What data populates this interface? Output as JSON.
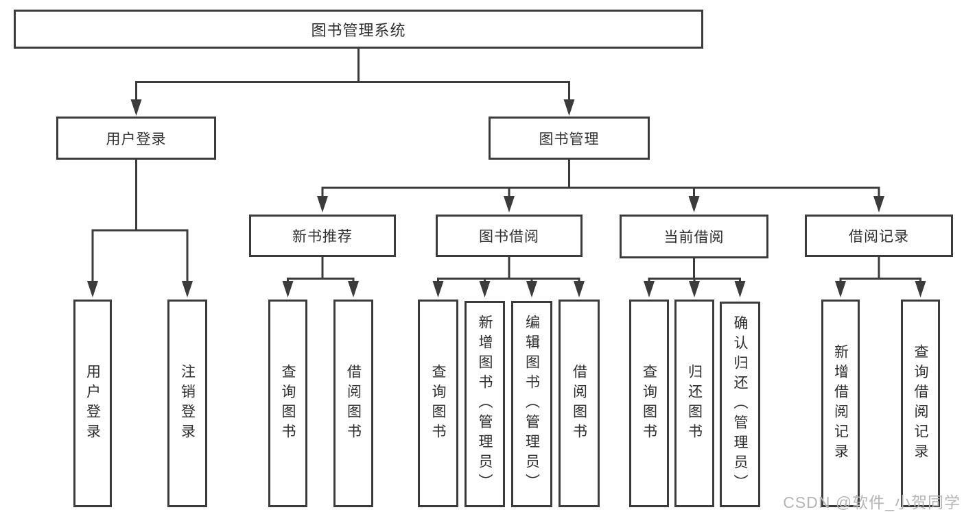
{
  "diagram": {
    "root": {
      "label": "图书管理系统"
    },
    "branches": [
      {
        "label": "用户登录",
        "children": [
          {
            "label": "用户登录"
          },
          {
            "label": "注销登录"
          }
        ]
      },
      {
        "label": "图书管理",
        "children": [
          {
            "label": "新书推荐",
            "children": [
              {
                "label": "查询图书"
              },
              {
                "label": "借阅图书"
              }
            ]
          },
          {
            "label": "图书借阅",
            "children": [
              {
                "label": "查询图书"
              },
              {
                "label": "新增图书（管理员）"
              },
              {
                "label": "编辑图书（管理员）"
              },
              {
                "label": "借阅图书"
              }
            ]
          },
          {
            "label": "当前借阅",
            "children": [
              {
                "label": "查询图书"
              },
              {
                "label": "归还图书"
              },
              {
                "label": "确认归还（管理员）"
              }
            ]
          },
          {
            "label": "借阅记录",
            "children": [
              {
                "label": "新增借阅记录"
              },
              {
                "label": "查询借阅记录"
              }
            ]
          }
        ]
      }
    ]
  },
  "watermark": {
    "text": "CSDN @软件_小贺同学"
  },
  "colors": {
    "line": "#3b3b3b",
    "text": "#2e2e2e",
    "watermark": "#b5b5b5",
    "background": "#ffffff"
  }
}
